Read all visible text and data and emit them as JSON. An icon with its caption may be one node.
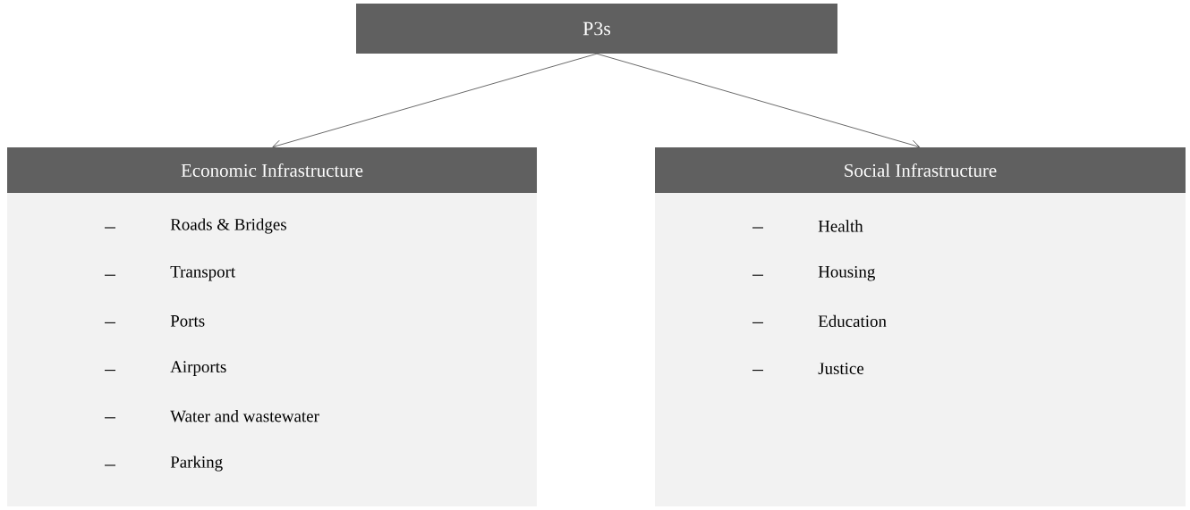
{
  "diagram": {
    "nodes": [
      {
        "text": [
          "P3s"
        ]
      },
      {
        "text": [
          "Economic Infrastructure"
        ]
      },
      {
        "text": [
          "Roads & Bridges",
          "Transport",
          "Ports",
          "Airports",
          "Water and wastewater",
          "Parking"
        ]
      },
      {
        "text": [
          "Social  Infrastructure"
        ]
      },
      {
        "text": [
          "Health",
          "Housing",
          "Education",
          "Justice"
        ]
      }
    ],
    "edges": [
      {
        "from": 0,
        "to": 1,
        "arrow": "to"
      },
      {
        "from": 0,
        "to": 3,
        "arrow": "to"
      }
    ]
  }
}
